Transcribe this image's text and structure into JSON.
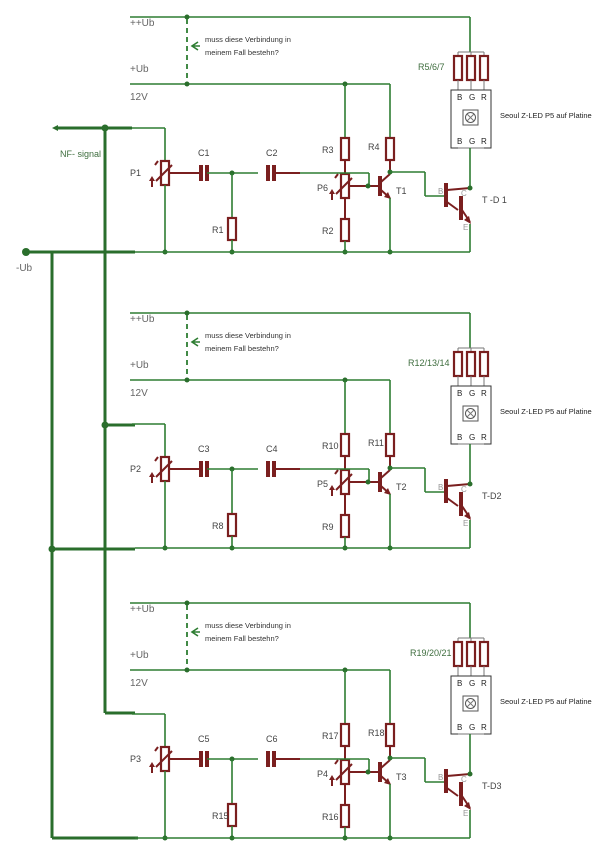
{
  "global": {
    "nf_signal_label": "NF- signal",
    "minus_ub_label": "-Ub",
    "colors": {
      "wire": "#2e7d32",
      "component": "#7a1f1f",
      "text": "#444444"
    }
  },
  "stages": [
    {
      "rail_top_label": "++Ub",
      "rail_mid_label": "+Ub",
      "rail_voltage_label": "12V",
      "question": [
        "muss diese Verbindung in",
        "meinem Fall bestehn?"
      ],
      "pot_in": "P1",
      "cap_a": "C1",
      "cap_b": "C2",
      "r_shunt": "R1",
      "r_top": "R3",
      "pot_bias": "P6",
      "r_bottom": "R2",
      "r_collector": "R4",
      "transistor": "T1",
      "darlington": "T -D 1",
      "led_resistors": "R5/6/7",
      "led_label": "Seoul Z-LED P5 auf Platine",
      "led_pins_top": [
        "B",
        "G",
        "R"
      ],
      "led_pins_bottom": [
        "B",
        "G",
        "R"
      ],
      "darlington_pins": [
        "B",
        "C",
        "E"
      ]
    },
    {
      "rail_top_label": "++Ub",
      "rail_mid_label": "+Ub",
      "rail_voltage_label": "12V",
      "question": [
        "muss diese Verbindung in",
        "meinem Fall bestehn?"
      ],
      "pot_in": "P2",
      "cap_a": "C3",
      "cap_b": "C4",
      "r_shunt": "R8",
      "r_top": "R10",
      "pot_bias": "P5",
      "r_bottom": "R9",
      "r_collector": "R11",
      "transistor": "T2",
      "darlington": "T-D2",
      "led_resistors": "R12/13/14",
      "led_label": "Seoul Z-LED P5 auf Platine",
      "led_pins_top": [
        "B",
        "G",
        "R"
      ],
      "led_pins_bottom": [
        "B",
        "G",
        "R"
      ],
      "darlington_pins": [
        "B",
        "C",
        "E"
      ]
    },
    {
      "rail_top_label": "++Ub",
      "rail_mid_label": "+Ub",
      "rail_voltage_label": "12V",
      "question": [
        "muss diese Verbindung in",
        "meinem Fall bestehn?"
      ],
      "pot_in": "P3",
      "cap_a": "C5",
      "cap_b": "C6",
      "r_shunt": "R15",
      "r_top": "R17",
      "pot_bias": "P4",
      "r_bottom": "R16",
      "r_collector": "R18",
      "transistor": "T3",
      "darlington": "T-D3",
      "led_resistors": "R19/20/21",
      "led_label": "Seoul Z-LED P5 auf Platine",
      "led_pins_top": [
        "B",
        "G",
        "R"
      ],
      "led_pins_bottom": [
        "B",
        "G",
        "R"
      ],
      "darlington_pins": [
        "B",
        "C",
        "E"
      ]
    }
  ]
}
